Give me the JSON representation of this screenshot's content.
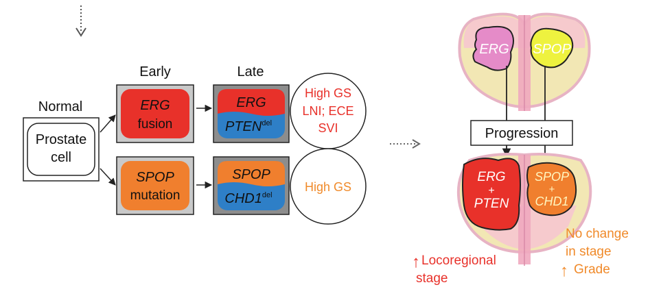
{
  "colors": {
    "erg_red": "#e8312a",
    "spop_orange": "#f07f2e",
    "del_blue": "#2e7fc7",
    "box_gray": "#8a8a8a",
    "prostate_pink": "#f6c7cf",
    "prostate_gold": "#f2e7b4",
    "urethra_pink": "#efa9bf",
    "erg_tumor_pink": "#e58bc8",
    "spop_tumor_yellow": "#eef23f",
    "red_text": "#e8312a",
    "orange_text": "#f08a2a"
  },
  "stages": {
    "normal": "Normal",
    "early": "Early",
    "late": "Late"
  },
  "normal_cell": {
    "line1": "Prostate",
    "line2": "cell"
  },
  "top_path": {
    "early_gene": "ERG",
    "early_event": "fusion",
    "late_gene_top": "ERG",
    "late_gene_bottom": "PTEN",
    "late_gene_bottom_sup": "del",
    "outcome": [
      "High GS",
      "LNI; ECE",
      "SVI"
    ]
  },
  "bottom_path": {
    "early_gene": "SPOP",
    "early_event": "mutation",
    "late_gene_top": "SPOP",
    "late_gene_bottom": "CHD1",
    "late_gene_bottom_sup": "del",
    "outcome": [
      "High GS"
    ]
  },
  "right_panel": {
    "top_left_tumor": "ERG",
    "top_right_tumor": "SPOP",
    "progression_label": "Progression",
    "bottom_left_tumor": [
      "ERG",
      "+",
      "PTEN"
    ],
    "bottom_right_tumor": [
      "SPOP",
      "+",
      "CHD1"
    ],
    "left_result": {
      "arrow": "↑",
      "line1": "Locoregional",
      "line2": "stage"
    },
    "right_result": {
      "line1": "No change",
      "line2": "in stage",
      "arrow": "↑",
      "line3": "Grade"
    }
  },
  "icons": {
    "top_dotted_arrow": "dotted-down-arrow-icon",
    "middle_dotted_arrow": "dotted-right-arrow-icon",
    "flow_arrow": "arrow-right-icon",
    "up_arrow": "up-arrow-icon"
  }
}
